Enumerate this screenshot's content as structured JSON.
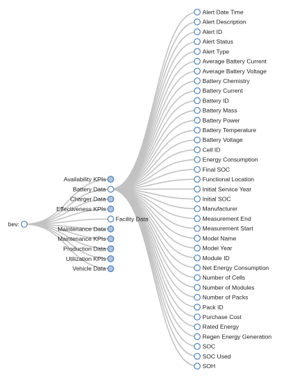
{
  "tree": {
    "root": {
      "label": "bev:"
    },
    "children": [
      {
        "label": "Availability KPIs",
        "collapsed": true
      },
      {
        "label": "Battery Data",
        "collapsed": false
      },
      {
        "label": "Charger Data",
        "collapsed": true
      },
      {
        "label": "Effectiveness KPIs",
        "collapsed": true
      },
      {
        "label": "Facility Data",
        "collapsed": false
      },
      {
        "label": "Maintenance Data",
        "collapsed": true
      },
      {
        "label": "Maintenance KPIs",
        "collapsed": true
      },
      {
        "label": "Production Data",
        "collapsed": true
      },
      {
        "label": "Utilization KPIs",
        "collapsed": true
      },
      {
        "label": "Vehicle Data",
        "collapsed": true
      }
    ],
    "expanded_parent": "Battery Data",
    "leaves": [
      "Alert Date Time",
      "Alert Description",
      "Alert ID",
      "Alert Status",
      "Alert Type",
      "Average Battery Current",
      "Average Battery Voltage",
      "Battery Chemistry",
      "Battery Current",
      "Battery ID",
      "Battery Mass",
      "Battery Power",
      "Battery Temperature",
      "Battery Voltage",
      "Cell ID",
      "Energy Consumption",
      "Final SOC",
      "Functional Location",
      "Initial Service Year",
      "Initial SOC",
      "Manufacturer",
      "Measurement End",
      "Measurement Start",
      "Model Name",
      "Model Year",
      "Module ID",
      "Net Energy Consumption",
      "Number of Cells",
      "Number of Modules",
      "Number of Packs",
      "Pack ID",
      "Purchase Cost",
      "Rated Energy",
      "Regen Energy Generation",
      "SOC",
      "SOC Used",
      "SOH"
    ],
    "colors": {
      "link": "#c2c2c2",
      "node_stroke": "#4f7fb5",
      "collapsed_fill": "#b0c4de",
      "open_fill": "#ffffff"
    }
  }
}
